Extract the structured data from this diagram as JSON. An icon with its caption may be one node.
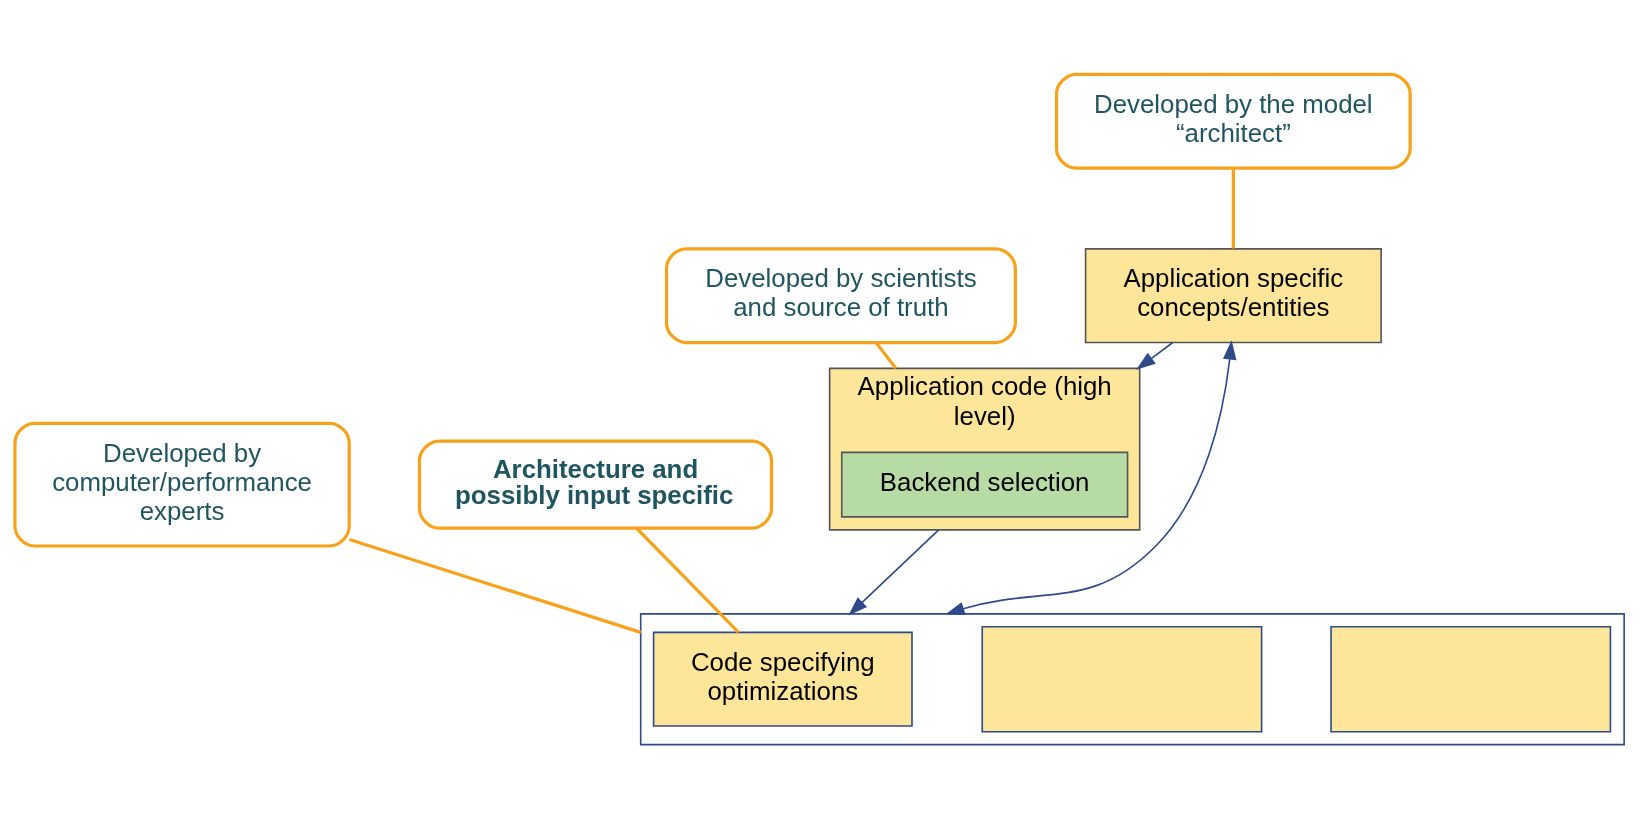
{
  "diagram": {
    "nodes": [
      {
        "text": [
          "Application specific concepts/entities"
        ]
      },
      {
        "text": [
          "Application code (high level)"
        ]
      },
      {
        "text": [
          "Backend selection"
        ],
        "in": 1
      },
      {
        "text": [],
        "shape": "box"
      },
      {
        "text": [],
        "shape": "box",
        "in": 3
      },
      {
        "text": [],
        "shape": "box",
        "in": 3
      },
      {
        "text": [
          "Code specifying optimizations"
        ],
        "in": 3
      },
      {
        "text": [
          "Developed by the model “architect”"
        ]
      },
      {
        "text": [
          "Developed by scientists and source of truth"
        ]
      },
      {
        "text": [
          "Developed by computer/performance experts"
        ]
      },
      {
        "text": [
          "Architecture and possibly input specific"
        ]
      }
    ],
    "edges": [
      {
        "from": 0,
        "to": 1,
        "arrow": "to",
        "color": "#2e4a8a"
      },
      {
        "from": 1,
        "to": 3,
        "arrow": "to",
        "color": "#2e4a8a"
      },
      {
        "from": 0,
        "to": 3,
        "arrow": "both",
        "color": "#2e4a8a"
      },
      {
        "from": 7,
        "to": 0,
        "arrow": "none"
      },
      {
        "from": 8,
        "to": 1,
        "arrow": "none"
      },
      {
        "from": 9,
        "to": 3,
        "arrow": "none"
      },
      {
        "from": 10,
        "to": 6,
        "arrow": "none"
      }
    ]
  }
}
